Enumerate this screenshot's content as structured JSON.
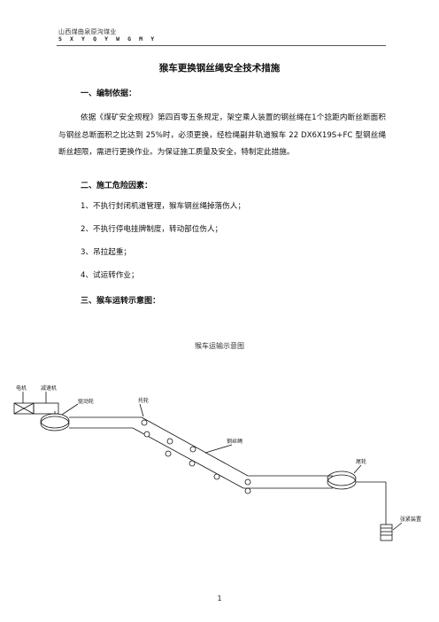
{
  "header": {
    "company": "山西煤曲泉原沟煤业",
    "code": "S X Y Q Y W G M Y"
  },
  "doc": {
    "title": "猴车更换钢丝绳安全技术措施",
    "sec1_heading": "一、编制依据：",
    "sec1_body": "依据《煤矿安全规程》第四百零五条规定，架空乘人装置的钢丝绳在1个捻距内断丝断面积与钢丝总断面积之比达到 25%时，必须更换，经检绳副井轨道猴车 22 DX6X19S+FC 型钢丝绳断丝超限，需进行更换作业。为保证施工质量及安全，特制定此措施。",
    "sec2_heading": "二、施工危险因素：",
    "sec2_items": [
      "1、不执行封闭机道管理，猴车钢丝绳掉落伤人；",
      "2、不执行停电挂牌制度，转动部位伤人；",
      "3、吊拉起重；",
      "4、试运转作业；"
    ],
    "sec3_heading": "三、猴车运转示意图："
  },
  "figure": {
    "title": "猴车运输示意图",
    "labels": {
      "motor": "电机",
      "reducer": "减速机",
      "drive_wheel": "驱动轮",
      "rope_wheel": "托轮",
      "wire_rope": "钢丝绳",
      "tail_wheel": "尾轮",
      "tension_weight": "张紧装置"
    }
  },
  "footer": {
    "page_number": "1"
  }
}
